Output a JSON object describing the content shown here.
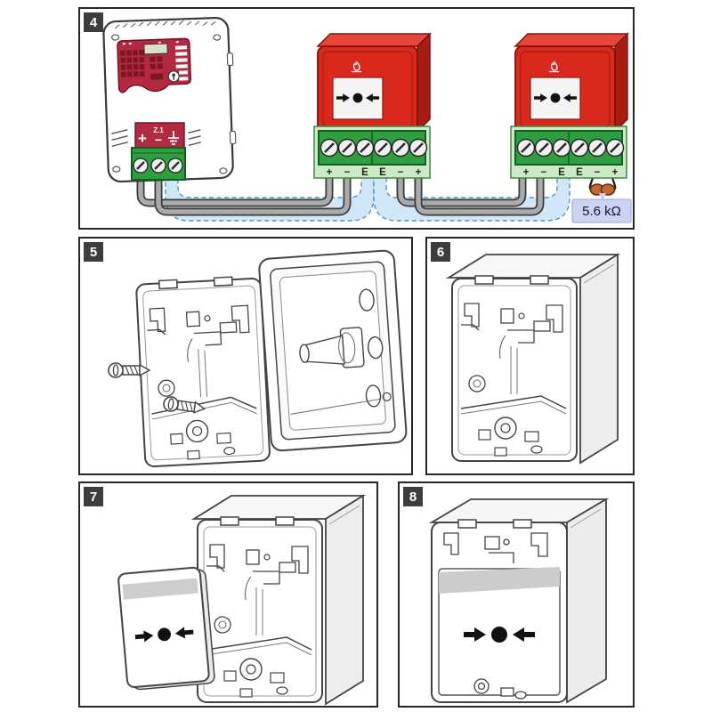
{
  "badges": {
    "step4": "4",
    "step5": "5",
    "step6": "6",
    "step7": "7",
    "step8": "8"
  },
  "control_panel": {
    "terminals": {
      "plus": "+",
      "zone": "Z.1",
      "minus": "−",
      "earth_icon": "earth-ground"
    }
  },
  "callpoint": {
    "terminal_labels": [
      "+",
      "−",
      "E",
      "E",
      "−",
      "+"
    ]
  },
  "resistor": {
    "value_label": "5.6 kΩ"
  },
  "colors": {
    "callpoint_red": "#da291c",
    "callpoint_red_dark": "#a81d12",
    "panel_front_red": "#b32a40",
    "terminal_green": "#2f9e3f",
    "terminal_green_light": "#cdeac6",
    "cable_screen_blue": "#cfe7f7",
    "cable_screen_edge": "#5590c5",
    "wire_gray": "#ababab",
    "resistor_body": "#bf6a33",
    "label_box_blue": "#ccd3ee",
    "badge_gray": "#3d3d3d"
  }
}
